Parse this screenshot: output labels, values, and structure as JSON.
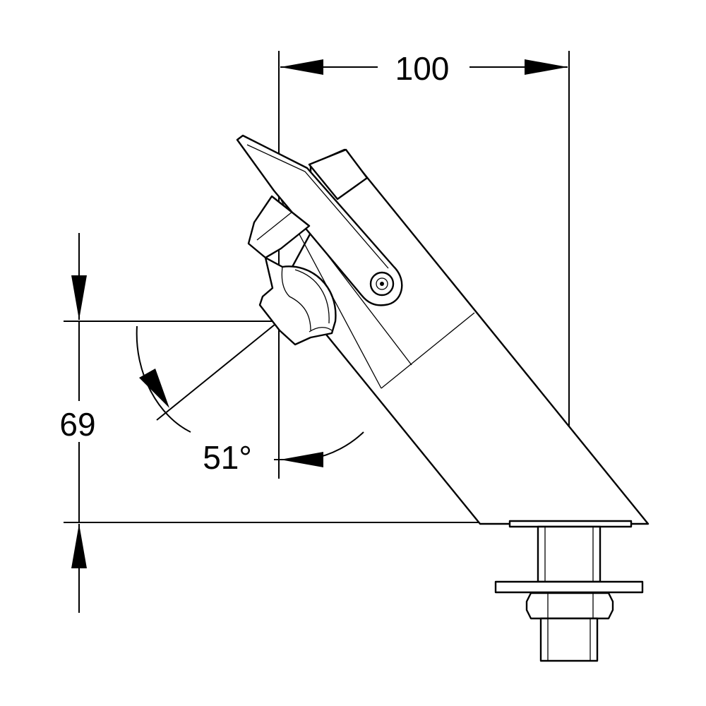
{
  "drawing": {
    "dimensions": {
      "width_label": "100",
      "height_label": "69",
      "angle_label": "51°"
    },
    "colors": {
      "line": "#000000",
      "background": "#ffffff"
    }
  }
}
